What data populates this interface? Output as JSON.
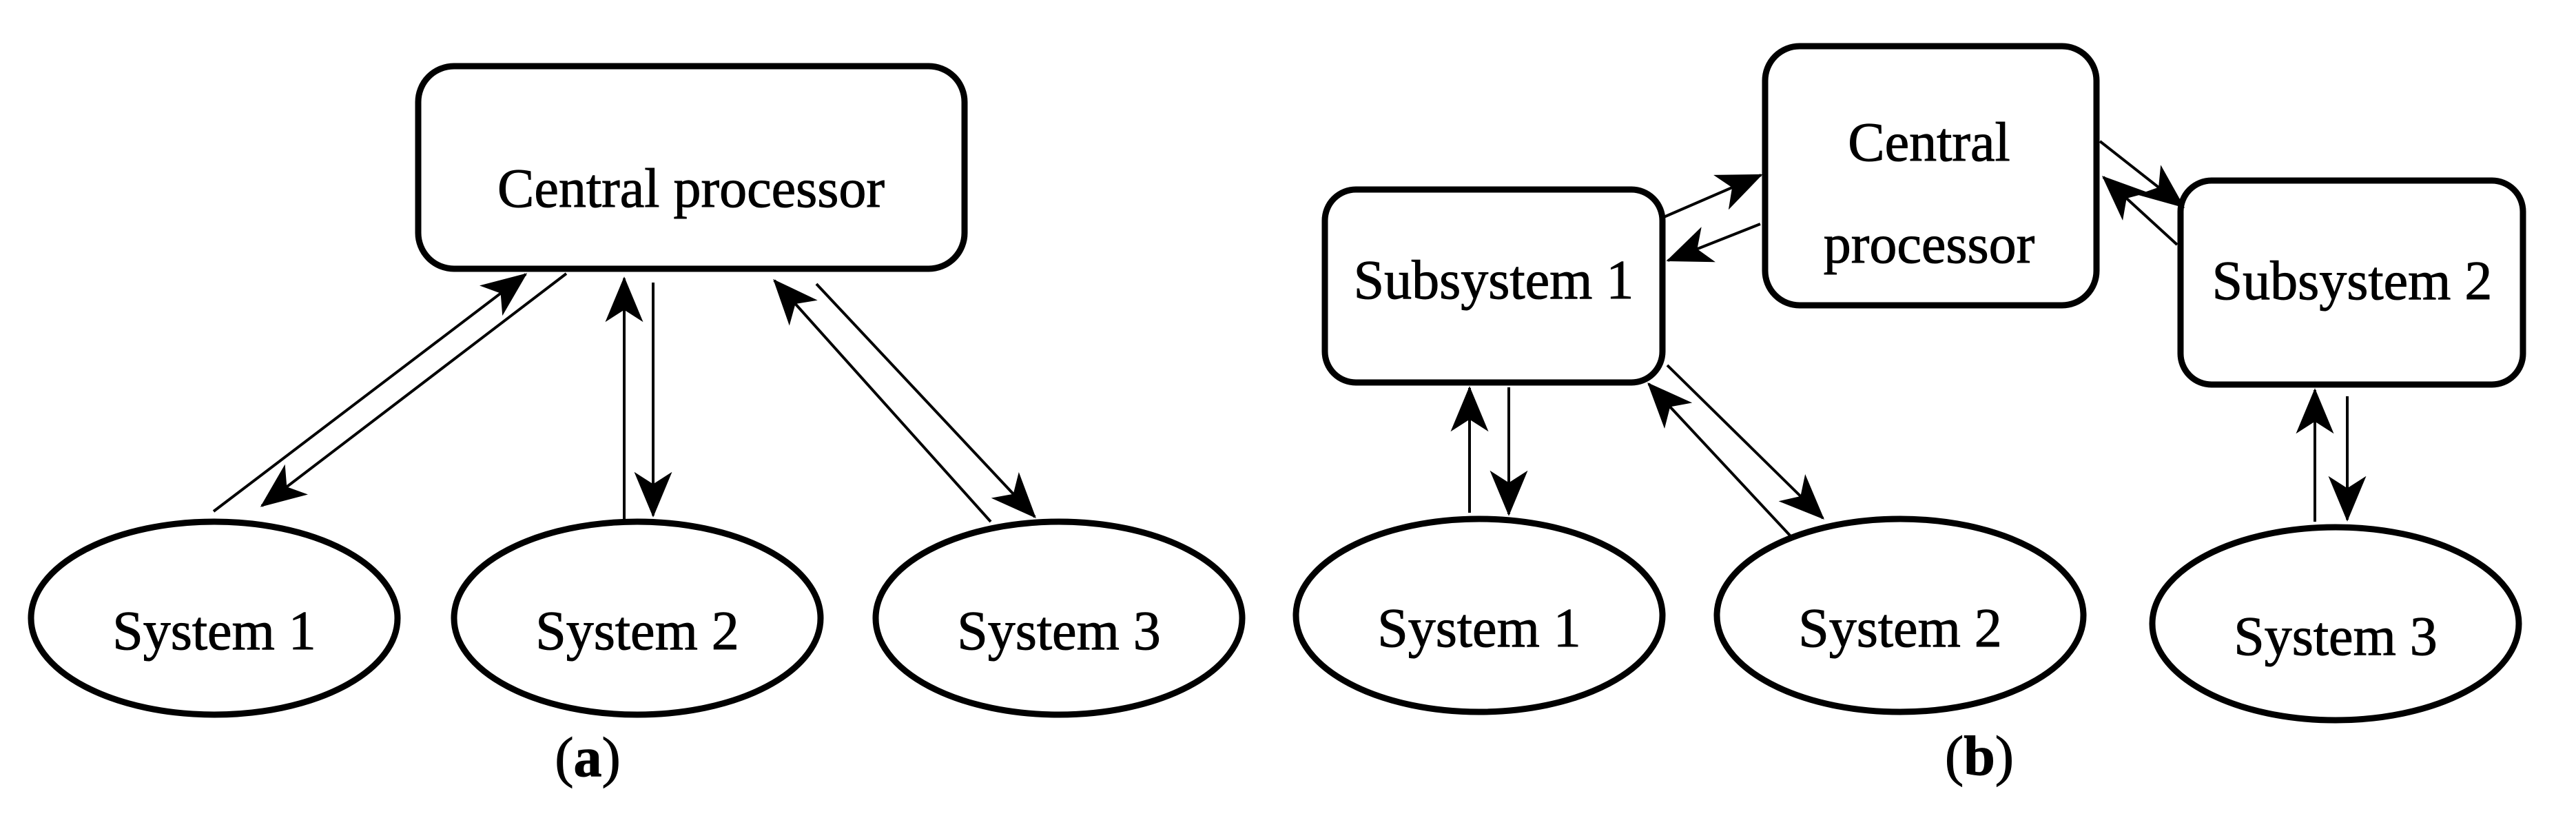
{
  "figure": {
    "background": "#ffffff",
    "ink": "#000000",
    "diagram_a": {
      "caption": {
        "text": "(a)",
        "open": "(",
        "letter": "a",
        "close": ")"
      },
      "central_label": "Central processor",
      "systems": [
        "System 1",
        "System 2",
        "System 3"
      ]
    },
    "diagram_b": {
      "caption": {
        "text": "(b)",
        "open": "(",
        "letter": "b",
        "close": ")"
      },
      "central_label_line1": "Central",
      "central_label_line2": "processor",
      "subsystems": [
        "Subsystem 1",
        "Subsystem 2"
      ],
      "systems": [
        "System 1",
        "System 2",
        "System 3"
      ]
    }
  }
}
